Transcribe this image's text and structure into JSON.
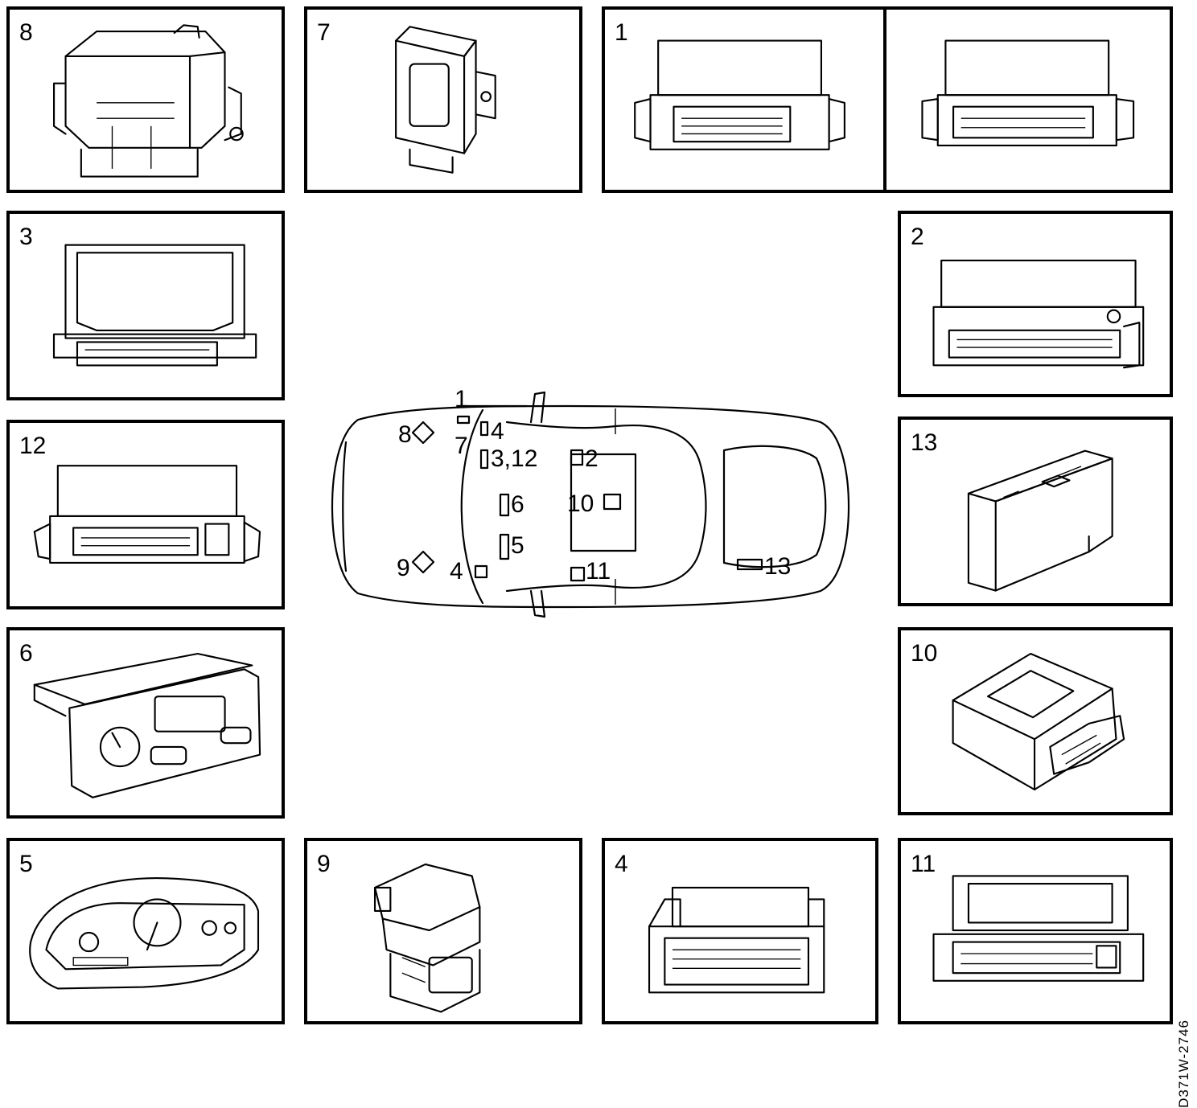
{
  "panels": [
    {
      "id": "8",
      "label": "8",
      "icon": "junction-box-icon"
    },
    {
      "id": "7",
      "label": "7",
      "icon": "relay-module-icon"
    },
    {
      "id": "1",
      "label": "1",
      "icon": "control-unit-icon"
    },
    {
      "id": "3",
      "label": "3",
      "icon": "control-unit-icon"
    },
    {
      "id": "2",
      "label": "2",
      "icon": "control-unit-icon"
    },
    {
      "id": "12",
      "label": "12",
      "icon": "control-unit-icon"
    },
    {
      "id": "13",
      "label": "13",
      "icon": "slim-module-icon"
    },
    {
      "id": "6",
      "label": "6",
      "icon": "climate-panel-icon"
    },
    {
      "id": "10",
      "label": "10",
      "icon": "box-module-icon"
    },
    {
      "id": "5",
      "label": "5",
      "icon": "instrument-cluster-icon"
    },
    {
      "id": "9",
      "label": "9",
      "icon": "abs-unit-icon"
    },
    {
      "id": "4",
      "label": "4",
      "icon": "control-unit-icon"
    },
    {
      "id": "11",
      "label": "11",
      "icon": "control-unit-icon"
    }
  ],
  "car": {
    "icon": "car-top-view-icon",
    "callouts": [
      "1",
      "8",
      "7",
      "4",
      "3,12",
      "2",
      "6",
      "10",
      "5",
      "9",
      "4",
      "11",
      "13"
    ]
  },
  "drawing_code": "D371W-2746"
}
